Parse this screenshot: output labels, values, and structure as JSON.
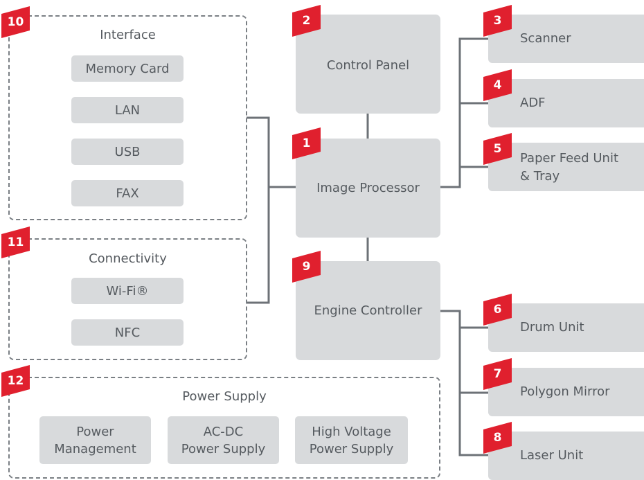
{
  "groups": {
    "interface": {
      "badge": "10",
      "title": "Interface",
      "items": [
        "Memory Card",
        "LAN",
        "USB",
        "FAX"
      ]
    },
    "connectivity": {
      "badge": "11",
      "title": "Connectivity",
      "items": [
        "Wi-Fi®",
        "NFC"
      ]
    },
    "power": {
      "badge": "12",
      "title": "Power Supply",
      "items": [
        "Power\nManagement",
        "AC-DC\nPower Supply",
        "High Voltage\nPower Supply"
      ]
    }
  },
  "blocks": {
    "control_panel": {
      "badge": "2",
      "label": "Control Panel"
    },
    "image_processor": {
      "badge": "1",
      "label": "Image Processor"
    },
    "engine_controller": {
      "badge": "9",
      "label": "Engine Controller"
    }
  },
  "peripherals": {
    "scanner": {
      "badge": "3",
      "label": "Scanner"
    },
    "adf": {
      "badge": "4",
      "label": "ADF"
    },
    "paper_feed": {
      "badge": "5",
      "label": "Paper Feed Unit\n& Tray"
    },
    "drum": {
      "badge": "6",
      "label": "Drum Unit"
    },
    "polygon": {
      "badge": "7",
      "label": "Polygon Mirror"
    },
    "laser": {
      "badge": "8",
      "label": "Laser Unit"
    }
  },
  "colors": {
    "badge": "#e0202e",
    "block_fill": "#d8dadc",
    "text": "#555a5f",
    "connector": "#6d7277",
    "dashed_border": "#7a7f84"
  }
}
